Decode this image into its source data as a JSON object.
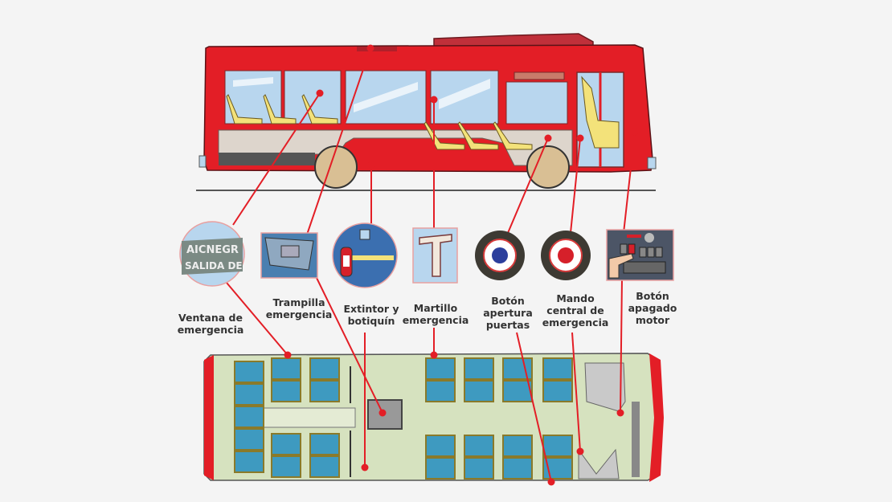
{
  "diagram": {
    "title": "Elementos de seguridad del autobús",
    "colors": {
      "bus_red": "#e31e26",
      "leader_line": "#e31e26",
      "window_blue": "#b8d6ee",
      "lower_body": "#ddd5cc",
      "wheel": "#d9bf94",
      "seat_yellow": "#f3e27a",
      "floor_green": "#d6e2bf",
      "seat_blue": "#3e9ac0",
      "label_text": "#333333"
    },
    "callouts": [
      {
        "id": "ventana",
        "label": "Ventana de\nemergencia",
        "icon": "emergency-window-sign",
        "icon_text_line1": "AICNEGR",
        "icon_text_line2": "SALIDA DE"
      },
      {
        "id": "trampilla",
        "label": "Trampilla\nemergencia",
        "icon": "roof-hatch"
      },
      {
        "id": "extintor",
        "label": "Extintor y\nbotiquín",
        "icon": "fire-extinguisher"
      },
      {
        "id": "martillo",
        "label": "Martillo\nemergencia",
        "icon": "emergency-hammer"
      },
      {
        "id": "apertura",
        "label": "Botón\napertura\npuertas",
        "icon": "door-open-button-blue"
      },
      {
        "id": "mando",
        "label": "Mando\ncentral de\nemergencia",
        "icon": "central-emergency-button-red"
      },
      {
        "id": "apagado",
        "label": "Botón\napagado\nmotor",
        "icon": "engine-stop-panel"
      }
    ]
  }
}
